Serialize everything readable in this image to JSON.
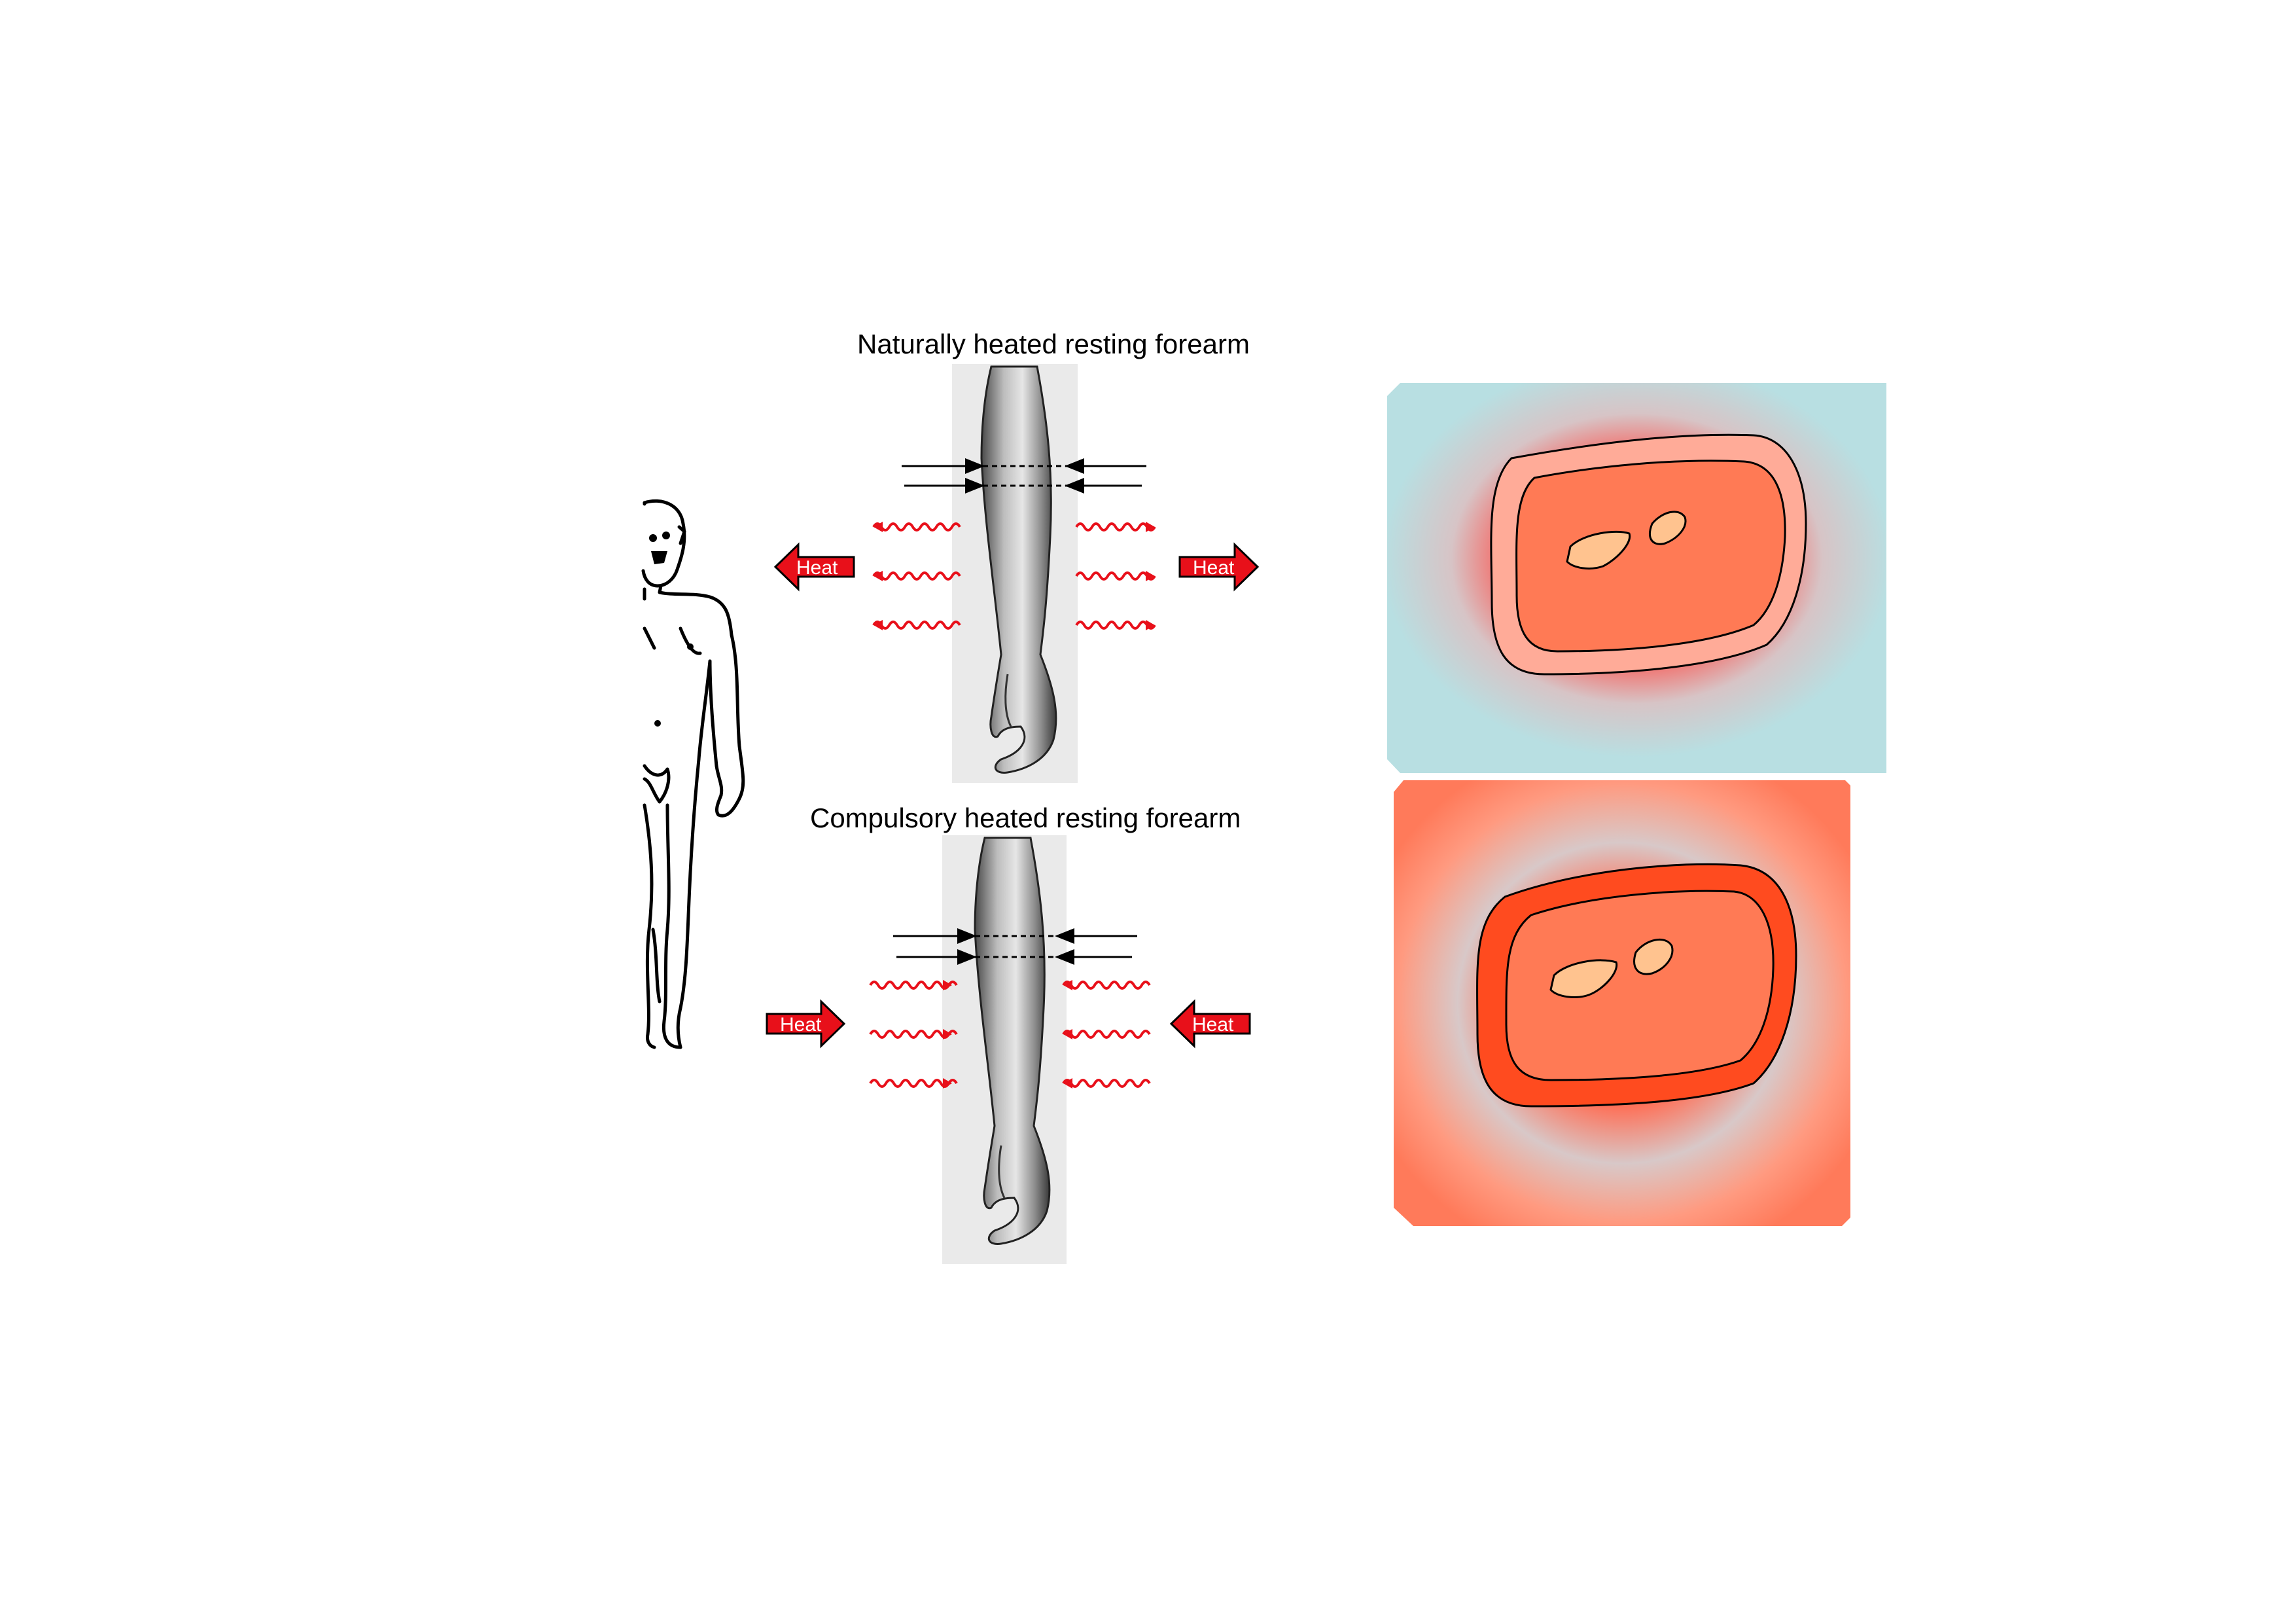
{
  "panels": {
    "natural": {
      "title": "Naturally heated resting forearm",
      "heat_left_label": "Heat",
      "heat_right_label": "Heat",
      "heat_direction": "outward"
    },
    "compulsory": {
      "title": "Compulsory heated resting forearm",
      "heat_left_label": "Heat",
      "heat_right_label": "Heat",
      "heat_direction": "inward"
    }
  },
  "colors": {
    "heat_arrow": "#e8101a",
    "heat_wave": "#e8101a",
    "cross_section_core": "#ff7a55",
    "natural_skin_layer": "#ffab98",
    "compulsory_skin_layer": "#ff4b1f",
    "bone": "#ffc38f",
    "natural_ambient": "#b8dfe2",
    "compulsory_ambient": "#ff7a5a"
  },
  "icons": {
    "figure": "human-figure-icon",
    "arm": "forearm-icon"
  }
}
